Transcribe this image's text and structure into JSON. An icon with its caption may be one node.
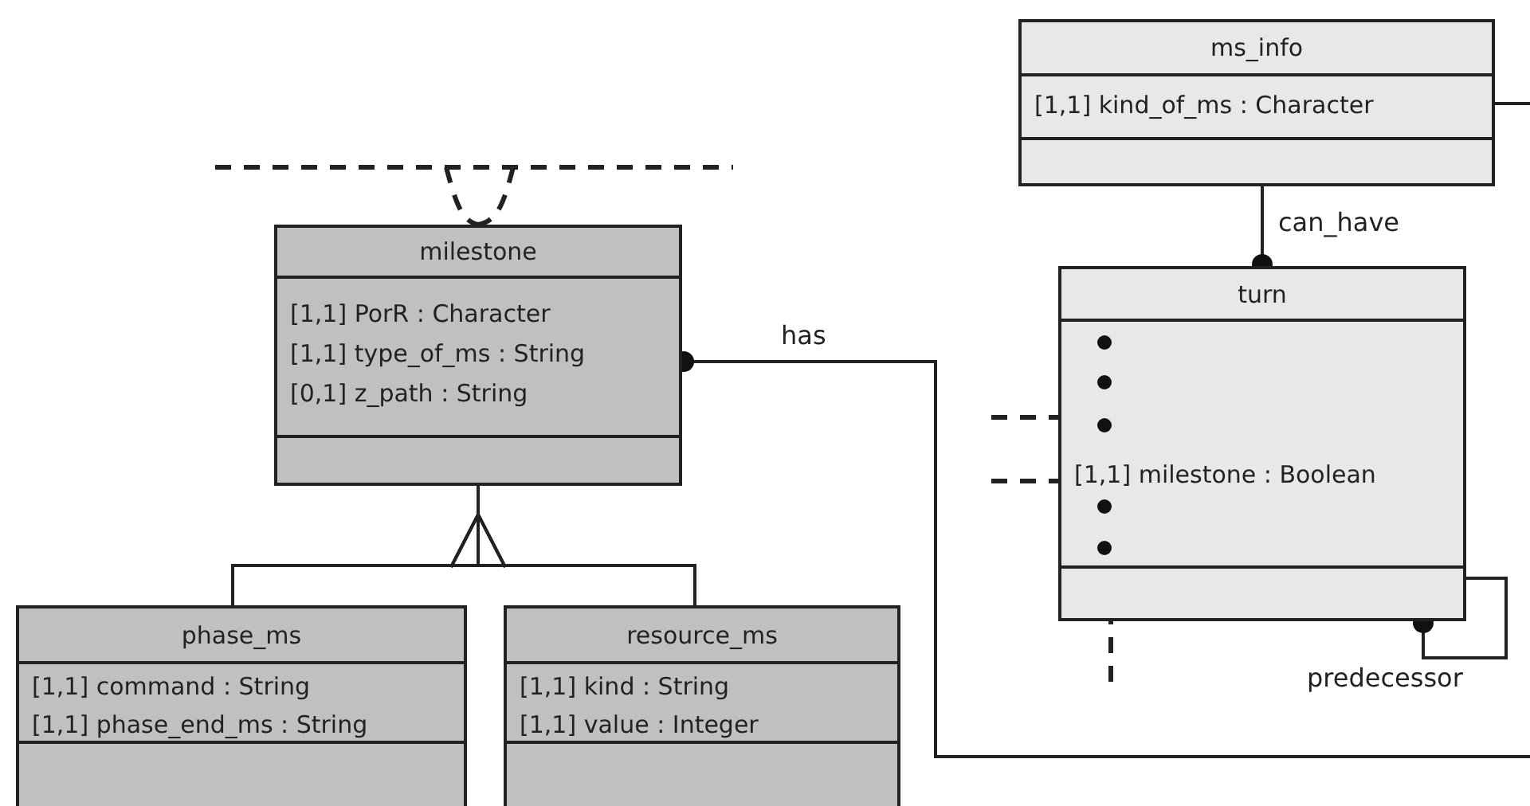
{
  "diagram": {
    "nodes": [
      {
        "text": [
          "milestone",
          "[1,1] PorR : Character",
          "[1,1] type_of_ms : String",
          "[0,1] z_path : String"
        ]
      },
      {
        "text": [
          "phase_ms",
          "[1,1] command : String",
          "[1,1] phase_end_ms : String"
        ]
      },
      {
        "text": [
          "resource_ms",
          "[1,1] kind : String",
          "[1,1] value : Integer"
        ]
      },
      {
        "text": [
          "ms_info",
          "[1,1] kind_of_ms : Character"
        ]
      },
      {
        "text": [
          "turn",
          "[1,1] milestone : Boolean"
        ]
      }
    ],
    "edges": [
      {
        "from": 1,
        "to": 0,
        "arrow": "to"
      },
      {
        "from": 2,
        "to": 0,
        "arrow": "to"
      },
      {
        "from": null,
        "to": 0,
        "arrow": "other",
        "label": "has"
      },
      {
        "from": 3,
        "to": null,
        "arrow": "none"
      },
      {
        "from": 3,
        "to": 4,
        "arrow": "other",
        "label": "can_have"
      },
      {
        "from": 4,
        "to": 4,
        "arrow": "other",
        "label": "predecessor"
      },
      {
        "from": null,
        "to": 0,
        "arrow": "none",
        "style": "dashed"
      },
      {
        "from": null,
        "to": 4,
        "arrow": "none",
        "style": "dashed"
      },
      {
        "from": null,
        "to": 4,
        "arrow": "none",
        "style": "dashed"
      },
      {
        "from": 4,
        "to": null,
        "arrow": "none",
        "style": "dashed"
      }
    ]
  }
}
